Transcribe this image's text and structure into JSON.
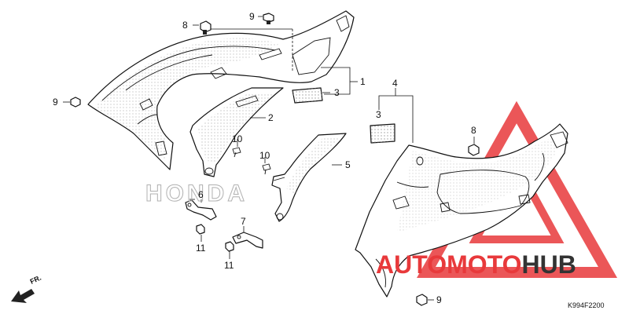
{
  "diagram": {
    "part_code": "K994F2200",
    "direction_label": "FR.",
    "emblem_text": "HONDA",
    "watermark": {
      "text": "AUTOMOTOHUB",
      "color_red": "#e8393b",
      "color_dark": "#333333"
    },
    "callouts": [
      {
        "id": "c1",
        "label": "1"
      },
      {
        "id": "c2",
        "label": "2"
      },
      {
        "id": "c3a",
        "label": "3"
      },
      {
        "id": "c3b",
        "label": "3"
      },
      {
        "id": "c4",
        "label": "4"
      },
      {
        "id": "c5",
        "label": "5"
      },
      {
        "id": "c6",
        "label": "6"
      },
      {
        "id": "c7",
        "label": "7"
      },
      {
        "id": "c8a",
        "label": "8"
      },
      {
        "id": "c8b",
        "label": "8"
      },
      {
        "id": "c9a",
        "label": "9"
      },
      {
        "id": "c9b",
        "label": "9"
      },
      {
        "id": "c9c",
        "label": "9"
      },
      {
        "id": "c10a",
        "label": "10"
      },
      {
        "id": "c10b",
        "label": "10"
      },
      {
        "id": "c11a",
        "label": "11"
      },
      {
        "id": "c11b",
        "label": "11"
      }
    ]
  }
}
